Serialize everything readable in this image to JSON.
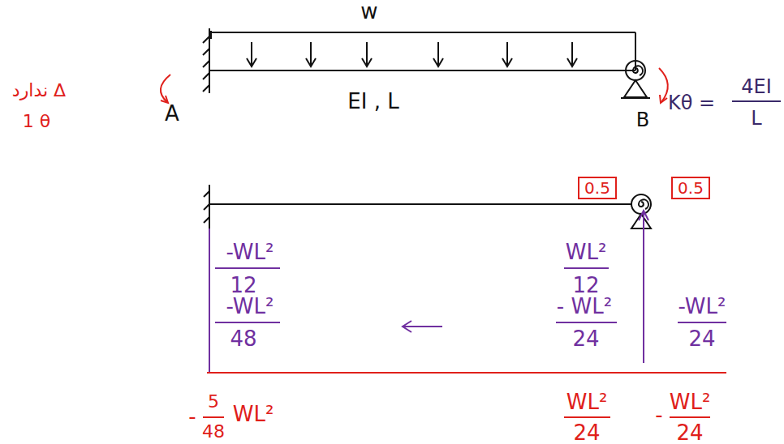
{
  "diagram": {
    "nodes": [
      {
        "text": [
          "0.5"
        ]
      },
      {
        "text": [
          "0.5"
        ]
      }
    ],
    "labels": [
      "w",
      "EI , L",
      "A",
      "B",
      "Kθ =",
      "4EI",
      "L",
      "Δ ندارد",
      "1 θ",
      "-WL²",
      "12",
      "-WL²",
      "48",
      "WL²",
      "12",
      "- WL²",
      "24",
      "-WL²",
      "24",
      "-",
      "5",
      "48",
      "WL²",
      "WL²",
      "24",
      "-",
      "WL²",
      "24"
    ]
  }
}
